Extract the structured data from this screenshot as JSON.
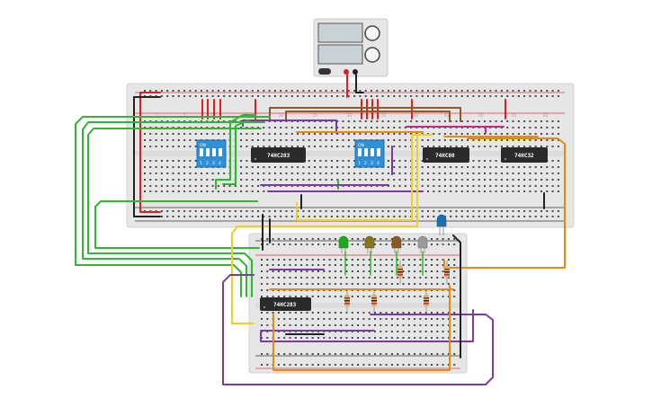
{
  "chips": {
    "u1": "74HC283",
    "u2": "74HC08",
    "u3": "74HC32",
    "u4": "74HC283"
  },
  "dip_switches": {
    "left": {
      "label": "ON",
      "numbers": [
        "1",
        "2",
        "3",
        "4"
      ]
    },
    "right": {
      "label": "ON",
      "numbers": [
        "1",
        "2",
        "3",
        "4"
      ]
    }
  },
  "main_board": {
    "column_numbers": [
      "1",
      "5",
      "10",
      "15",
      "20",
      "25",
      "30",
      "35",
      "40",
      "45",
      "50",
      "55",
      "60"
    ]
  },
  "leds": [
    {
      "color": "#1fa81f"
    },
    {
      "color": "#8a7420"
    },
    {
      "color": "#8a5a20"
    },
    {
      "color": "#9a9a9a"
    },
    {
      "color": "#1d6fb0"
    }
  ],
  "wire_colors": {
    "red": "#e02020",
    "black": "#222222",
    "green": "#2db82d",
    "purple": "#7a3aa8",
    "orange": "#e88a10",
    "yellow": "#f0d020",
    "brown": "#8a5a2a",
    "magenta": "#c8288a"
  }
}
